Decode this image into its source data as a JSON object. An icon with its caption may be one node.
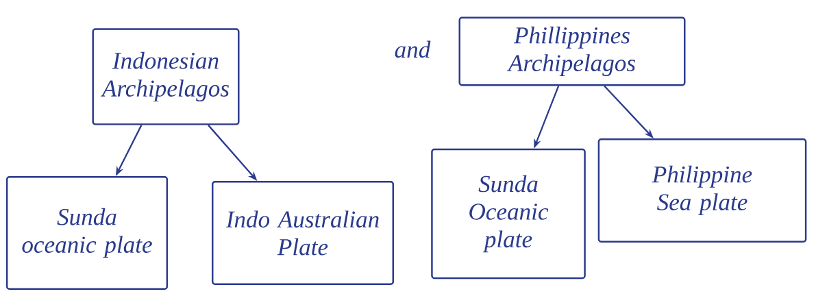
{
  "diagram": {
    "nodes": [
      {
        "text": [
          "Indonesian Archipelagos"
        ]
      },
      {
        "text": [
          "Phillippines Archipelagos"
        ]
      },
      {
        "text": [
          "Sunda oceanic plate"
        ]
      },
      {
        "text": [
          "Indo Australian Plate"
        ]
      },
      {
        "text": [
          "Sunda Oceanic plate"
        ]
      },
      {
        "text": [
          "Philippine Sea plate"
        ]
      }
    ],
    "edges": [
      {
        "from": 0,
        "to": 2,
        "arrow": "to"
      },
      {
        "from": 0,
        "to": 3,
        "arrow": "to"
      },
      {
        "from": 1,
        "to": 4,
        "arrow": "to"
      },
      {
        "from": 1,
        "to": 5,
        "arrow": "to"
      }
    ],
    "labels": [
      "and"
    ]
  }
}
